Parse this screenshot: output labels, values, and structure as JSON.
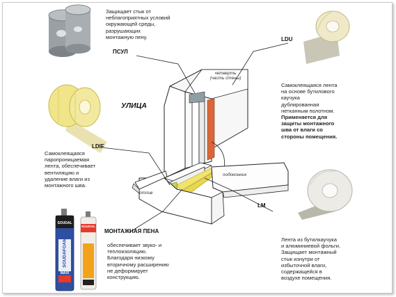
{
  "labels": {
    "psul": "ПСУЛ",
    "ldu": "LDU",
    "ldif": "LDIF",
    "lm": "LM",
    "foam": "МОНТАЖНАЯ ПЕНА",
    "street": "УЛИЦА"
  },
  "descriptions": {
    "psul": [
      "Защищает стык от",
      "неблагоприятных условий",
      "окружающей среды,",
      "разрушающих",
      "монтажную пену."
    ],
    "ldu": [
      "Самоклеящаяся лента",
      "на основе бутилового",
      "каучука",
      "дублированная",
      "нетканным полотном.",
      "Применяется для",
      "защиты монтажного",
      "шва от влаги со",
      "стороны помещения."
    ],
    "ldif": [
      "Самоклеящаяся",
      "паропроницаемая",
      "лента, обеспечивает",
      "вентиляцию и",
      "удаление влаги из",
      "монтажного шва."
    ],
    "foam": [
      "обеспечивает звуко- и",
      "теплоизоляцию.",
      "Благодаря низкому",
      "вторичному расширению",
      "не деформирует",
      "конструкцию."
    ],
    "lm": [
      "Лента из бутилкаучука",
      "и алюминиевой фольги.",
      "Защищает монтажный",
      "стык изнутри от",
      "избыточной влаги,",
      "содержащейся в",
      "воздухе помещения."
    ]
  },
  "diagram": {
    "quarter_line1": "четверть",
    "quarter_line2": "(часть стены)",
    "sill": "подоконник",
    "drip": "отлив"
  },
  "products": {
    "can1_brand": "SOUDAL",
    "can1_name": "SOUDAFOAM",
    "can1_sub": "MAXI",
    "can2_brand": "SOUDAL"
  },
  "colors": {
    "yellow_tape": "#e8d84a",
    "orange_seal": "#d9673a",
    "grey_tape": "#8a8f94",
    "green_ldif": "#c4d64a",
    "blue_can": "#2f4fa0",
    "line": "#222222"
  }
}
